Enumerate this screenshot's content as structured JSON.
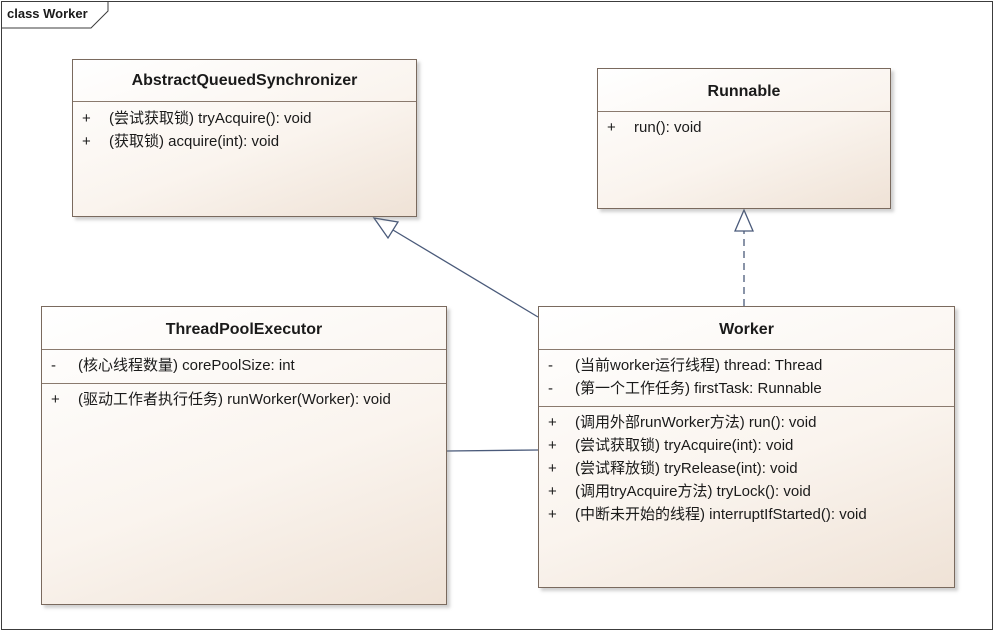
{
  "diagram": {
    "frame_label": "class Worker"
  },
  "classes": {
    "aqs": {
      "name": "AbstractQueuedSynchronizer",
      "attributes": [],
      "operations": [
        {
          "vis": "+",
          "sig": "(尝试获取锁) tryAcquire(): void"
        },
        {
          "vis": "+",
          "sig": "(获取锁) acquire(int): void"
        }
      ]
    },
    "runnable": {
      "name": "Runnable",
      "attributes": [],
      "operations": [
        {
          "vis": "+",
          "sig": "run(): void"
        }
      ]
    },
    "tpe": {
      "name": "ThreadPoolExecutor",
      "attributes": [
        {
          "vis": "-",
          "sig": "(核心线程数量) corePoolSize: int"
        }
      ],
      "operations": [
        {
          "vis": "+",
          "sig": "(驱动工作者执行任务) runWorker(Worker): void"
        }
      ]
    },
    "worker": {
      "name": "Worker",
      "attributes": [
        {
          "vis": "-",
          "sig": "(当前worker运行线程) thread: Thread"
        },
        {
          "vis": "-",
          "sig": "(第一个工作任务) firstTask: Runnable"
        }
      ],
      "operations": [
        {
          "vis": "+",
          "sig": "(调用外部runWorker方法) run(): void"
        },
        {
          "vis": "+",
          "sig": "(尝试获取锁) tryAcquire(int): void"
        },
        {
          "vis": "+",
          "sig": "(尝试释放锁) tryRelease(int): void"
        },
        {
          "vis": "+",
          "sig": "(调用tryAcquire方法) tryLock(): void"
        },
        {
          "vis": "+",
          "sig": "(中断未开始的线程) interruptIfStarted(): void"
        }
      ]
    }
  },
  "relationships": [
    {
      "type": "generalization",
      "from": "Worker",
      "to": "AbstractQueuedSynchronizer"
    },
    {
      "type": "realization",
      "from": "Worker",
      "to": "Runnable"
    },
    {
      "type": "association",
      "from": "ThreadPoolExecutor",
      "to": "Worker"
    }
  ]
}
